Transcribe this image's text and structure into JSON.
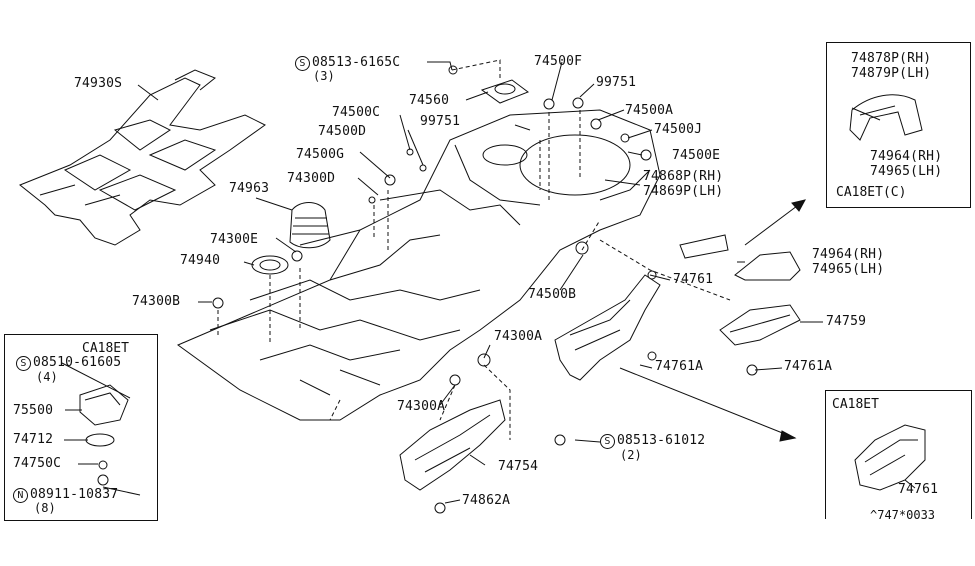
{
  "labels": {
    "p74930S": "74930S",
    "p08513_6165C": "08513-6165C",
    "p08513_6165C_qty": "(3)",
    "p74500F": "74500F",
    "p99751a": "99751",
    "p74560": "74560",
    "p74500A": "74500A",
    "p74500C": "74500C",
    "p99751b": "99751",
    "p74500J": "74500J",
    "p74500D": "74500D",
    "p74500G": "74500G",
    "p74500E": "74500E",
    "p74300D": "74300D",
    "p74963": "74963",
    "p74868P": "74868P(RH)",
    "p74869P": "74869P(LH)",
    "p74300E": "74300E",
    "p74940": "74940",
    "p74964": "74964(RH)",
    "p74965": "74965(LH)",
    "p74500B": "74500B",
    "p74300B": "74300B",
    "p74761": "74761",
    "p74759": "74759",
    "p74300A": "74300A",
    "p74761A_1": "74761A",
    "p74761A_2": "74761A",
    "p74300A_2": "74300A",
    "p08513_61012": "08513-61012",
    "p08513_61012_qty": "(2)",
    "p74754": "74754",
    "p74862A": "74862A"
  },
  "inset_left": {
    "title": "CA18ET",
    "p08510_61605": "08510-61605",
    "p08510_61605_qty": "(4)",
    "p75500": "75500",
    "p74712": "74712",
    "p74750C": "74750C",
    "p08911_10837": "08911-10837",
    "p08911_10837_qty": "(8)"
  },
  "inset_top_right": {
    "p74878P": "74878P(RH)",
    "p74879P": "74879P(LH)",
    "p74964": "74964(RH)",
    "p74965": "74965(LH)",
    "title": "CA18ET(C)"
  },
  "inset_bottom_right": {
    "title": "CA18ET",
    "p74761": "74761",
    "code": "^747*0033"
  },
  "symbols": {
    "S": "S",
    "N": "N"
  }
}
